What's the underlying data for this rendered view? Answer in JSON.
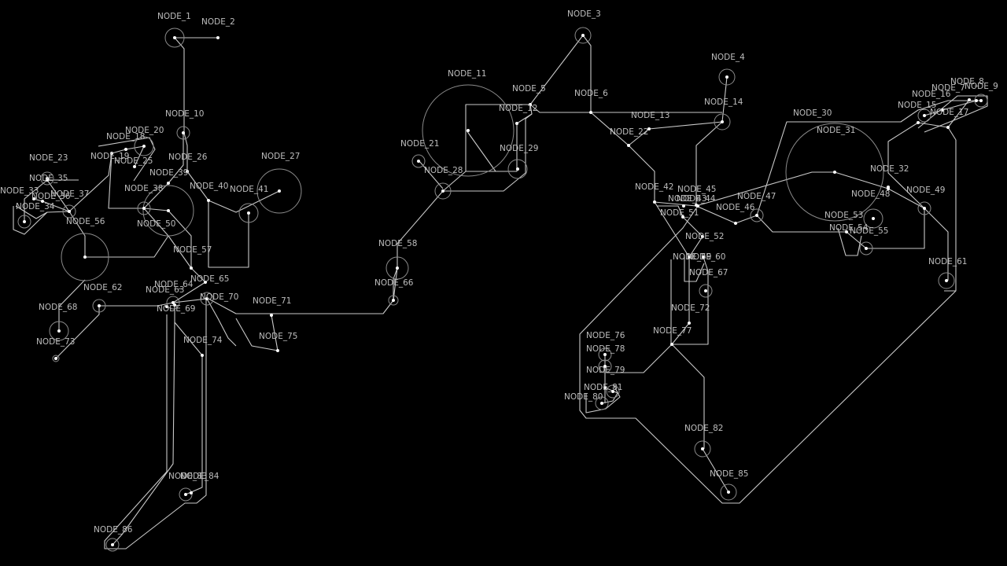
{
  "diagram": {
    "background": "#000000",
    "line_color": "#c9c9c9",
    "label_color": "#bdbdbd"
  },
  "nodes": [
    {
      "id": "NODE_1"
    },
    {
      "id": "NODE_2"
    },
    {
      "id": "NODE_3"
    },
    {
      "id": "NODE_4"
    },
    {
      "id": "NODE_5"
    },
    {
      "id": "NODE_6"
    },
    {
      "id": "NODE_7"
    },
    {
      "id": "NODE_8"
    },
    {
      "id": "NODE_9"
    },
    {
      "id": "NODE_10"
    },
    {
      "id": "NODE_11"
    },
    {
      "id": "NODE_12"
    },
    {
      "id": "NODE_13"
    },
    {
      "id": "NODE_14"
    },
    {
      "id": "NODE_15"
    },
    {
      "id": "NODE_16"
    },
    {
      "id": "NODE_17"
    },
    {
      "id": "NODE_18"
    },
    {
      "id": "NODE_19"
    },
    {
      "id": "NODE_20"
    },
    {
      "id": "NODE_21"
    },
    {
      "id": "NODE_22"
    },
    {
      "id": "NODE_23"
    },
    {
      "id": "NODE_25"
    },
    {
      "id": "NODE_26"
    },
    {
      "id": "NODE_27"
    },
    {
      "id": "NODE_28"
    },
    {
      "id": "NODE_29"
    },
    {
      "id": "NODE_30"
    },
    {
      "id": "NODE_31"
    },
    {
      "id": "NODE_32"
    },
    {
      "id": "NODE_33"
    },
    {
      "id": "NODE_34"
    },
    {
      "id": "NODE_35"
    },
    {
      "id": "NODE_36"
    },
    {
      "id": "NODE_37"
    },
    {
      "id": "NODE_38"
    },
    {
      "id": "NODE_39"
    },
    {
      "id": "NODE_40"
    },
    {
      "id": "NODE_41"
    },
    {
      "id": "NODE_42"
    },
    {
      "id": "NODE_43"
    },
    {
      "id": "NODE_44"
    },
    {
      "id": "NODE_45"
    },
    {
      "id": "NODE_46"
    },
    {
      "id": "NODE_47"
    },
    {
      "id": "NODE_48"
    },
    {
      "id": "NODE_49"
    },
    {
      "id": "NODE_50"
    },
    {
      "id": "NODE_51"
    },
    {
      "id": "NODE_52"
    },
    {
      "id": "NODE_53"
    },
    {
      "id": "NODE_54"
    },
    {
      "id": "NODE_55"
    },
    {
      "id": "NODE_56"
    },
    {
      "id": "NODE_57"
    },
    {
      "id": "NODE_58"
    },
    {
      "id": "NODE_59"
    },
    {
      "id": "NODE_60"
    },
    {
      "id": "NODE_61"
    },
    {
      "id": "NODE_62"
    },
    {
      "id": "NODE_63"
    },
    {
      "id": "NODE_64"
    },
    {
      "id": "NODE_65"
    },
    {
      "id": "NODE_66"
    },
    {
      "id": "NODE_67"
    },
    {
      "id": "NODE_68"
    },
    {
      "id": "NODE_69"
    },
    {
      "id": "NODE_70"
    },
    {
      "id": "NODE_71"
    },
    {
      "id": "NODE_72"
    },
    {
      "id": "NODE_73"
    },
    {
      "id": "NODE_74"
    },
    {
      "id": "NODE_75"
    },
    {
      "id": "NODE_76"
    },
    {
      "id": "NODE_77"
    },
    {
      "id": "NODE_78"
    },
    {
      "id": "NODE_79"
    },
    {
      "id": "NODE_80"
    },
    {
      "id": "NODE_81"
    },
    {
      "id": "NODE_82"
    },
    {
      "id": "NODE_83"
    },
    {
      "id": "NODE_84"
    },
    {
      "id": "NODE_85"
    },
    {
      "id": "NODE_86"
    }
  ]
}
